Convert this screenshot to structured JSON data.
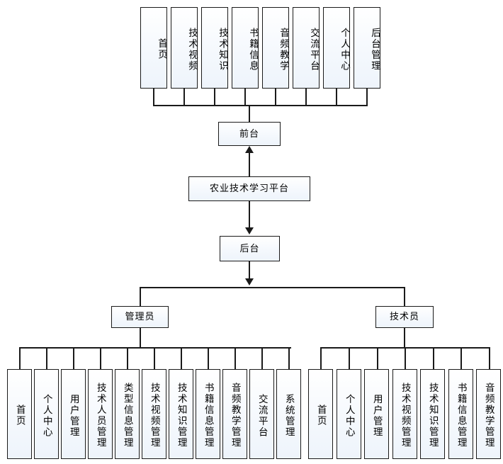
{
  "diagram": {
    "type": "system-function-tree",
    "root": {
      "label": "农业技术学习平台"
    },
    "branches": [
      {
        "id": "frontend",
        "label": "前台"
      },
      {
        "id": "backend",
        "label": "后台"
      }
    ],
    "roles": [
      {
        "id": "admin",
        "label": "管理员"
      },
      {
        "id": "technician",
        "label": "技术员"
      }
    ],
    "frontend_items": [
      {
        "label": "首页"
      },
      {
        "label": "技术视频"
      },
      {
        "label": "技术知识"
      },
      {
        "label": "书籍信息"
      },
      {
        "label": "音频教学"
      },
      {
        "label": "交流平台"
      },
      {
        "label": "个人中心"
      },
      {
        "label": "后台管理"
      }
    ],
    "admin_items": [
      {
        "label": "首页"
      },
      {
        "label": "个人中心"
      },
      {
        "label": "用户管理"
      },
      {
        "label": "技术人员管理"
      },
      {
        "label": "类型信息管理"
      },
      {
        "label": "技术视频管理"
      },
      {
        "label": "技术知识管理"
      },
      {
        "label": "书籍信息管理"
      },
      {
        "label": "音频教学管理"
      },
      {
        "label": "交流平台"
      },
      {
        "label": "系统管理"
      }
    ],
    "technician_items": [
      {
        "label": "首页"
      },
      {
        "label": "个人中心"
      },
      {
        "label": "用户管理"
      },
      {
        "label": "技术视频管理"
      },
      {
        "label": "技术知识管理"
      },
      {
        "label": "书籍信息管理"
      },
      {
        "label": "音频教学管理"
      }
    ],
    "colors": {
      "line": "#1a1a1a",
      "box_border": "#1a1a1a",
      "box_fill": "#f2f7fc",
      "text": "#000000",
      "background": "#ffffff"
    }
  }
}
